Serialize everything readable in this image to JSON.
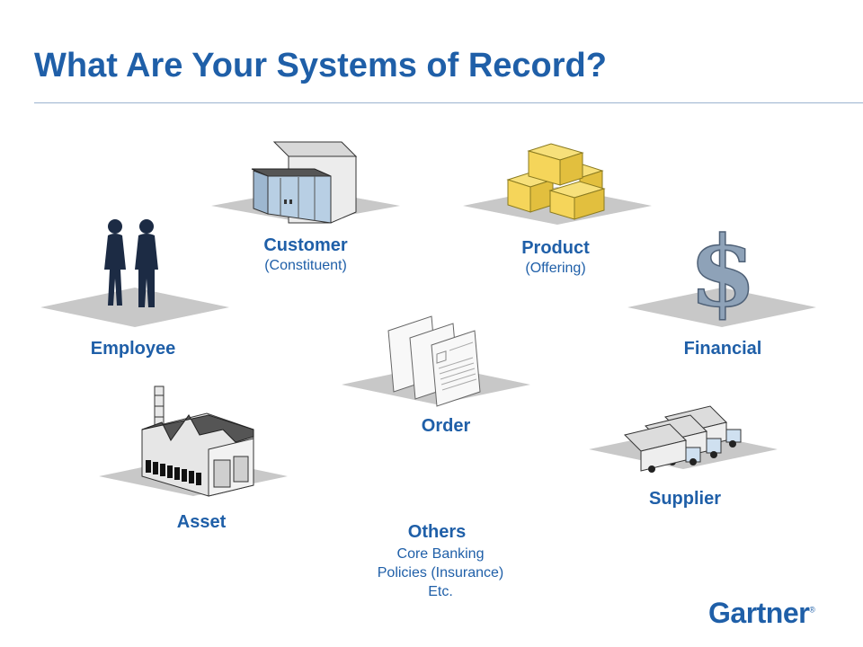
{
  "title": "What Are Your Systems of Record?",
  "nodes": {
    "customer": {
      "label": "Customer",
      "sub": "(Constituent)"
    },
    "product": {
      "label": "Product",
      "sub": "(Offering)"
    },
    "employee": {
      "label": "Employee"
    },
    "financial": {
      "label": "Financial"
    },
    "order": {
      "label": "Order"
    },
    "asset": {
      "label": "Asset"
    },
    "supplier": {
      "label": "Supplier"
    },
    "others": {
      "label": "Others",
      "lines": [
        "Core Banking",
        "Policies (Insurance)",
        "Etc."
      ]
    }
  },
  "logo": {
    "text": "Gartner",
    "mark": "®"
  },
  "colors": {
    "title": "#1f5fa8",
    "platform": "#c8c8c8",
    "box": "#f5d55a"
  }
}
